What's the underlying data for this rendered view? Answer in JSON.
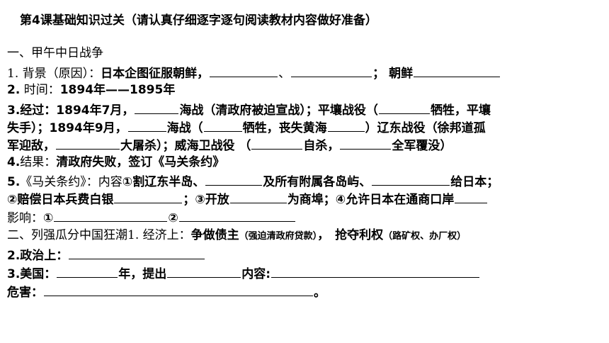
{
  "title": "第4课基础知识过关（请认真仔细逐字逐句阅读教材内容做好准备）",
  "section1": {
    "heading": "一、甲午中日战争",
    "background": {
      "label": "1. 背景（原因）：",
      "bold1": "日本企图征服朝鲜，",
      "sep1": "、",
      "sep2": "；",
      "bold2": "朝鲜"
    },
    "time": {
      "num": "2.",
      "label": " 时间：",
      "value": "1894年——1895年"
    },
    "process": {
      "line1_a": "3.经过：1894年7月，",
      "line1_b": "海战（清政府被迫宣战）；平壤战役（",
      "line1_c": "牺牲，平壤",
      "line2_a": "失手）；1894年9月，",
      "line2_b": "海战（",
      "line2_c": "牺牲，丧失黄海",
      "line2_d": "）辽东战役（徐邦道孤",
      "line3_a": "军迎敌，",
      "line3_b": "大屠杀）；威海卫战役 （",
      "line3_c": "自杀，",
      "line3_d": "全军覆没）"
    },
    "result": {
      "num": "4.",
      "label": "结果：",
      "value": "清政府失败，签订《马关条约》"
    },
    "treaty": {
      "num": "5.",
      "label": "《马关条约》：内容",
      "a": "①割辽东半岛、",
      "b": "及所有附属各岛屿、",
      "c": "给日本；",
      "line2_a": "②赔偿日本兵费白银",
      "line2_b": "；③开放",
      "line2_c": "为商埠；④允许日本在通商口岸"
    },
    "impact": {
      "label": "影响：",
      "i1": "①",
      "i2": "②"
    }
  },
  "section2": {
    "heading": "二、列强瓜分中国狂潮",
    "economy_label": "1. 经济上：",
    "economy_bold1": "争做债主",
    "economy_note1": "（强迫清政府贷款）",
    "economy_sep": "，",
    "economy_bold2": "抢夺利权",
    "economy_note2": "（路矿权、办厂权）",
    "politics_label": "2.政治上：",
    "usa": {
      "label": "3.美国：",
      "year": "年，提出",
      "content": "内容:"
    },
    "harm": {
      "label": "危害：",
      "end": "。"
    }
  }
}
